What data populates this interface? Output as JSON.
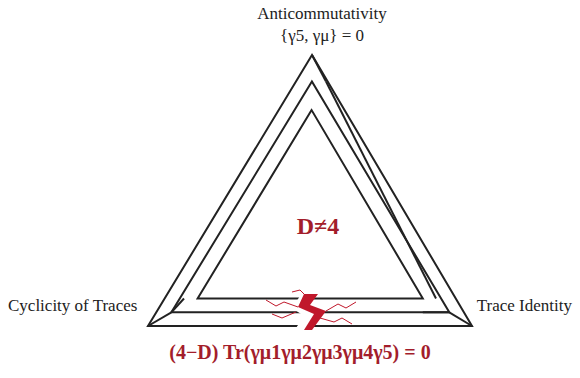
{
  "diagram": {
    "caption": "(4−D) Tr(γμ1γμ2γμ3γμ4γ5) = 0",
    "labels": [
      "Anticommutativity",
      "{γ5, γμ} = 0",
      "Cyclicity of Traces",
      "Trace Identity",
      "D≠4"
    ]
  }
}
